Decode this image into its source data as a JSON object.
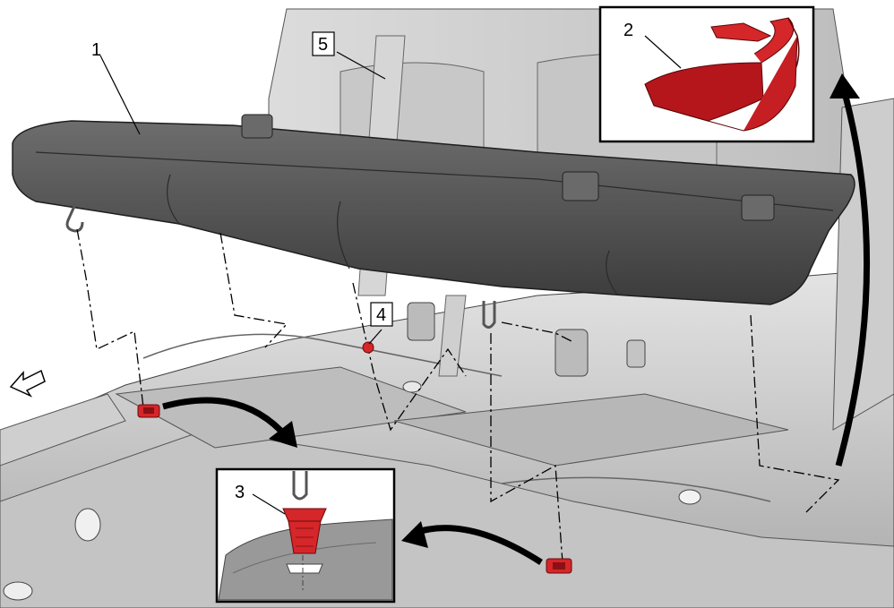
{
  "callouts": {
    "c1": "1",
    "c2": "2",
    "c3": "3",
    "c4": "4",
    "c5": "5"
  },
  "colors": {
    "seat": "#5b5b5b",
    "seat_dark": "#3f3f3f",
    "body_light": "#d4d4d4",
    "body_mid": "#b3b3b3",
    "retainer_red": "#d5262a",
    "frame": "#000000"
  },
  "icons": {
    "direction": "front-direction-arrow-icon",
    "removal": "curved-arrow-icon"
  }
}
